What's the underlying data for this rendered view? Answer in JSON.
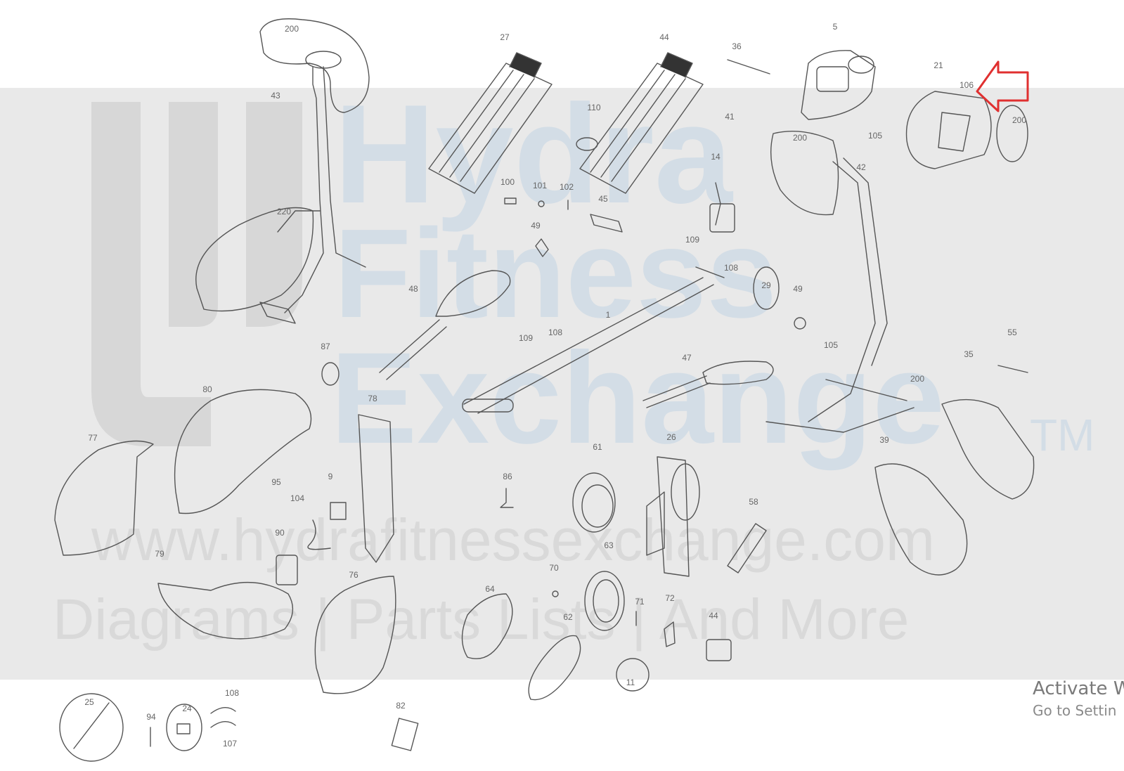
{
  "watermark": {
    "word1": "Hydra",
    "word2": "Fitness",
    "word3": "Exchange",
    "trademark": "TM",
    "url": "www.hydrafitnessexchange.com",
    "tagline": "Diagrams | Parts Lists | And More"
  },
  "activation_notice": {
    "title": "Activate W",
    "subtitle": "Go to Settin"
  },
  "highlight_color": "#e03030",
  "part_labels": [
    "200",
    "43",
    "220",
    "27",
    "44",
    "36",
    "5",
    "21",
    "106",
    "200",
    "110",
    "41",
    "105",
    "200",
    "42",
    "14",
    "100",
    "101",
    "102",
    "45",
    "49",
    "109",
    "108",
    "29",
    "49",
    "48",
    "1",
    "109",
    "108",
    "87",
    "80",
    "78",
    "77",
    "95",
    "104",
    "9",
    "90",
    "79",
    "76",
    "86",
    "61",
    "26",
    "58",
    "63",
    "70",
    "64",
    "62",
    "71",
    "72",
    "44",
    "47",
    "105",
    "200",
    "55",
    "35",
    "39",
    "25",
    "94",
    "24",
    "108",
    "107",
    "82",
    "11"
  ]
}
